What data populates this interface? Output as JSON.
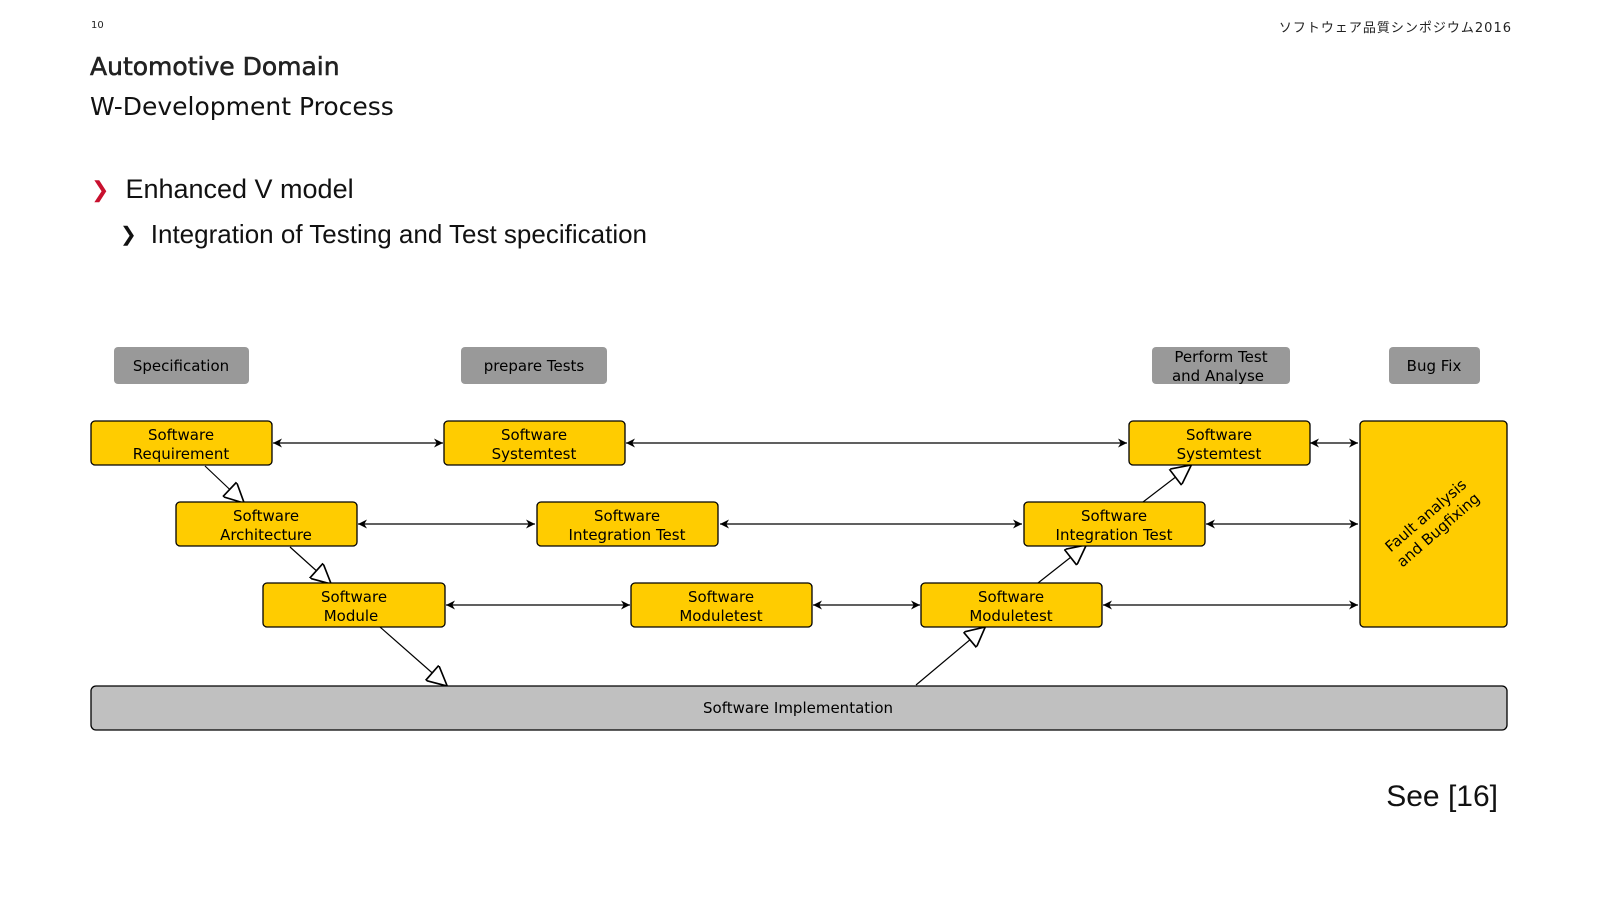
{
  "header": {
    "page_number": "10",
    "conference": "ソフトウェア品質シンポジウム2016"
  },
  "title": "Automotive Domain",
  "subtitle": "W-Development Process",
  "bullets": {
    "level1": "Enhanced V model",
    "level2": "Integration of Testing and Test specification"
  },
  "diagram": {
    "phases": {
      "specification": "Specification",
      "prepare_tests": "prepare Tests",
      "perform_test": [
        "Perform Test",
        "and Analyse"
      ],
      "bug_fix": "Bug Fix"
    },
    "boxes": {
      "sw_requirement": [
        "Software",
        "Requirement"
      ],
      "sw_systemtest_prep": [
        "Software",
        "Systemtest"
      ],
      "sw_systemtest_exec": [
        "Software",
        "Systemtest"
      ],
      "sw_architecture": [
        "Software",
        "Architecture"
      ],
      "sw_integration_prep": [
        "Software",
        "Integration Test"
      ],
      "sw_integration_exec": [
        "Software",
        "Integration Test"
      ],
      "sw_module": [
        "Software",
        "Module"
      ],
      "sw_moduletest_prep": [
        "Software",
        "Moduletest"
      ],
      "sw_moduletest_exec": [
        "Software",
        "Moduletest"
      ],
      "fault_analysis": [
        "Fault analysis",
        "and Bugfixing"
      ],
      "implementation": "Software Implementation"
    },
    "colors": {
      "box_fill": "#FFCC00",
      "phase_fill": "#999999",
      "impl_fill": "#C0C0C0",
      "stroke": "#000000"
    }
  },
  "reference": "See [16]"
}
